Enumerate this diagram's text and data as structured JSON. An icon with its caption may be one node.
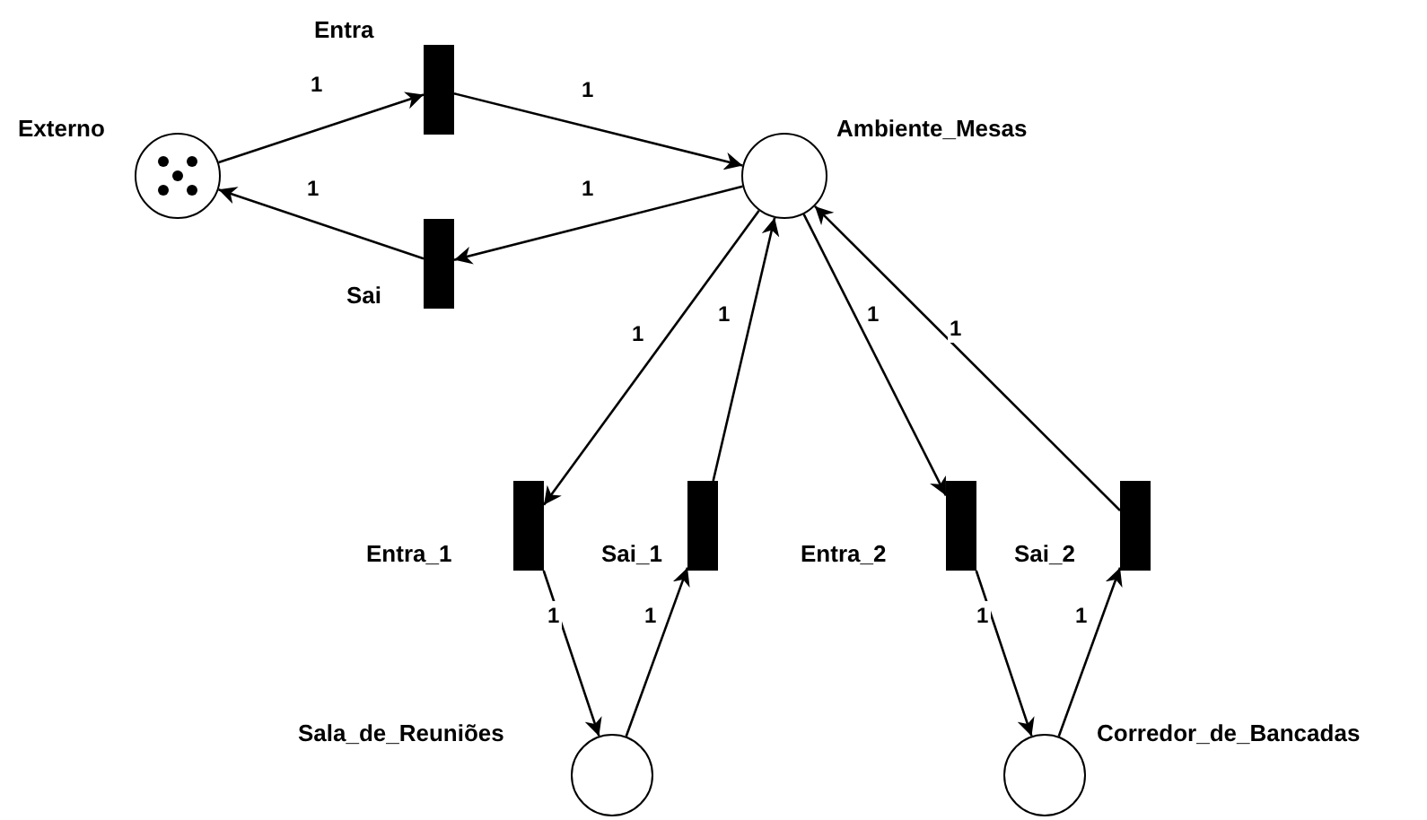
{
  "diagram": {
    "nodes": [
      {
        "text": [],
        "shape": "circle",
        "beside": [
          "Externo"
        ]
      },
      {
        "text": [],
        "shape": "bar",
        "beside": [
          "Entra"
        ]
      },
      {
        "text": [],
        "shape": "bar",
        "beside": [
          "Sai"
        ]
      },
      {
        "text": [],
        "shape": "circle",
        "beside": [
          "Ambiente_Mesas"
        ]
      },
      {
        "text": [],
        "shape": "bar",
        "beside": [
          "Entra_1"
        ]
      },
      {
        "text": [],
        "shape": "bar",
        "beside": [
          "Sai_1"
        ]
      },
      {
        "text": [],
        "shape": "bar",
        "beside": [
          "Entra_2"
        ]
      },
      {
        "text": [],
        "shape": "bar",
        "beside": [
          "Sai_2"
        ]
      },
      {
        "text": [],
        "shape": "circle",
        "beside": [
          "Sala_de_Reuniões"
        ]
      },
      {
        "text": [],
        "shape": "circle",
        "beside": [
          "Corredor_de_Bancadas"
        ]
      }
    ],
    "edges": [
      {
        "from": 0,
        "to": 1,
        "arrow": "to",
        "label": "1"
      },
      {
        "from": 1,
        "to": 3,
        "arrow": "to",
        "label": "1"
      },
      {
        "from": 3,
        "to": 2,
        "arrow": "to",
        "label": "1"
      },
      {
        "from": 2,
        "to": 0,
        "arrow": "to",
        "label": "1"
      },
      {
        "from": 3,
        "to": 4,
        "arrow": "to",
        "label": "1"
      },
      {
        "from": 5,
        "to": 3,
        "arrow": "to",
        "label": "1"
      },
      {
        "from": 3,
        "to": 6,
        "arrow": "to",
        "label": "1"
      },
      {
        "from": 7,
        "to": 3,
        "arrow": "to",
        "label": "1"
      },
      {
        "from": 4,
        "to": 8,
        "arrow": "to",
        "label": "1"
      },
      {
        "from": 8,
        "to": 5,
        "arrow": "to",
        "label": "1"
      },
      {
        "from": 6,
        "to": 9,
        "arrow": "to",
        "label": "1"
      },
      {
        "from": 9,
        "to": 7,
        "arrow": "to",
        "label": "1"
      }
    ]
  }
}
